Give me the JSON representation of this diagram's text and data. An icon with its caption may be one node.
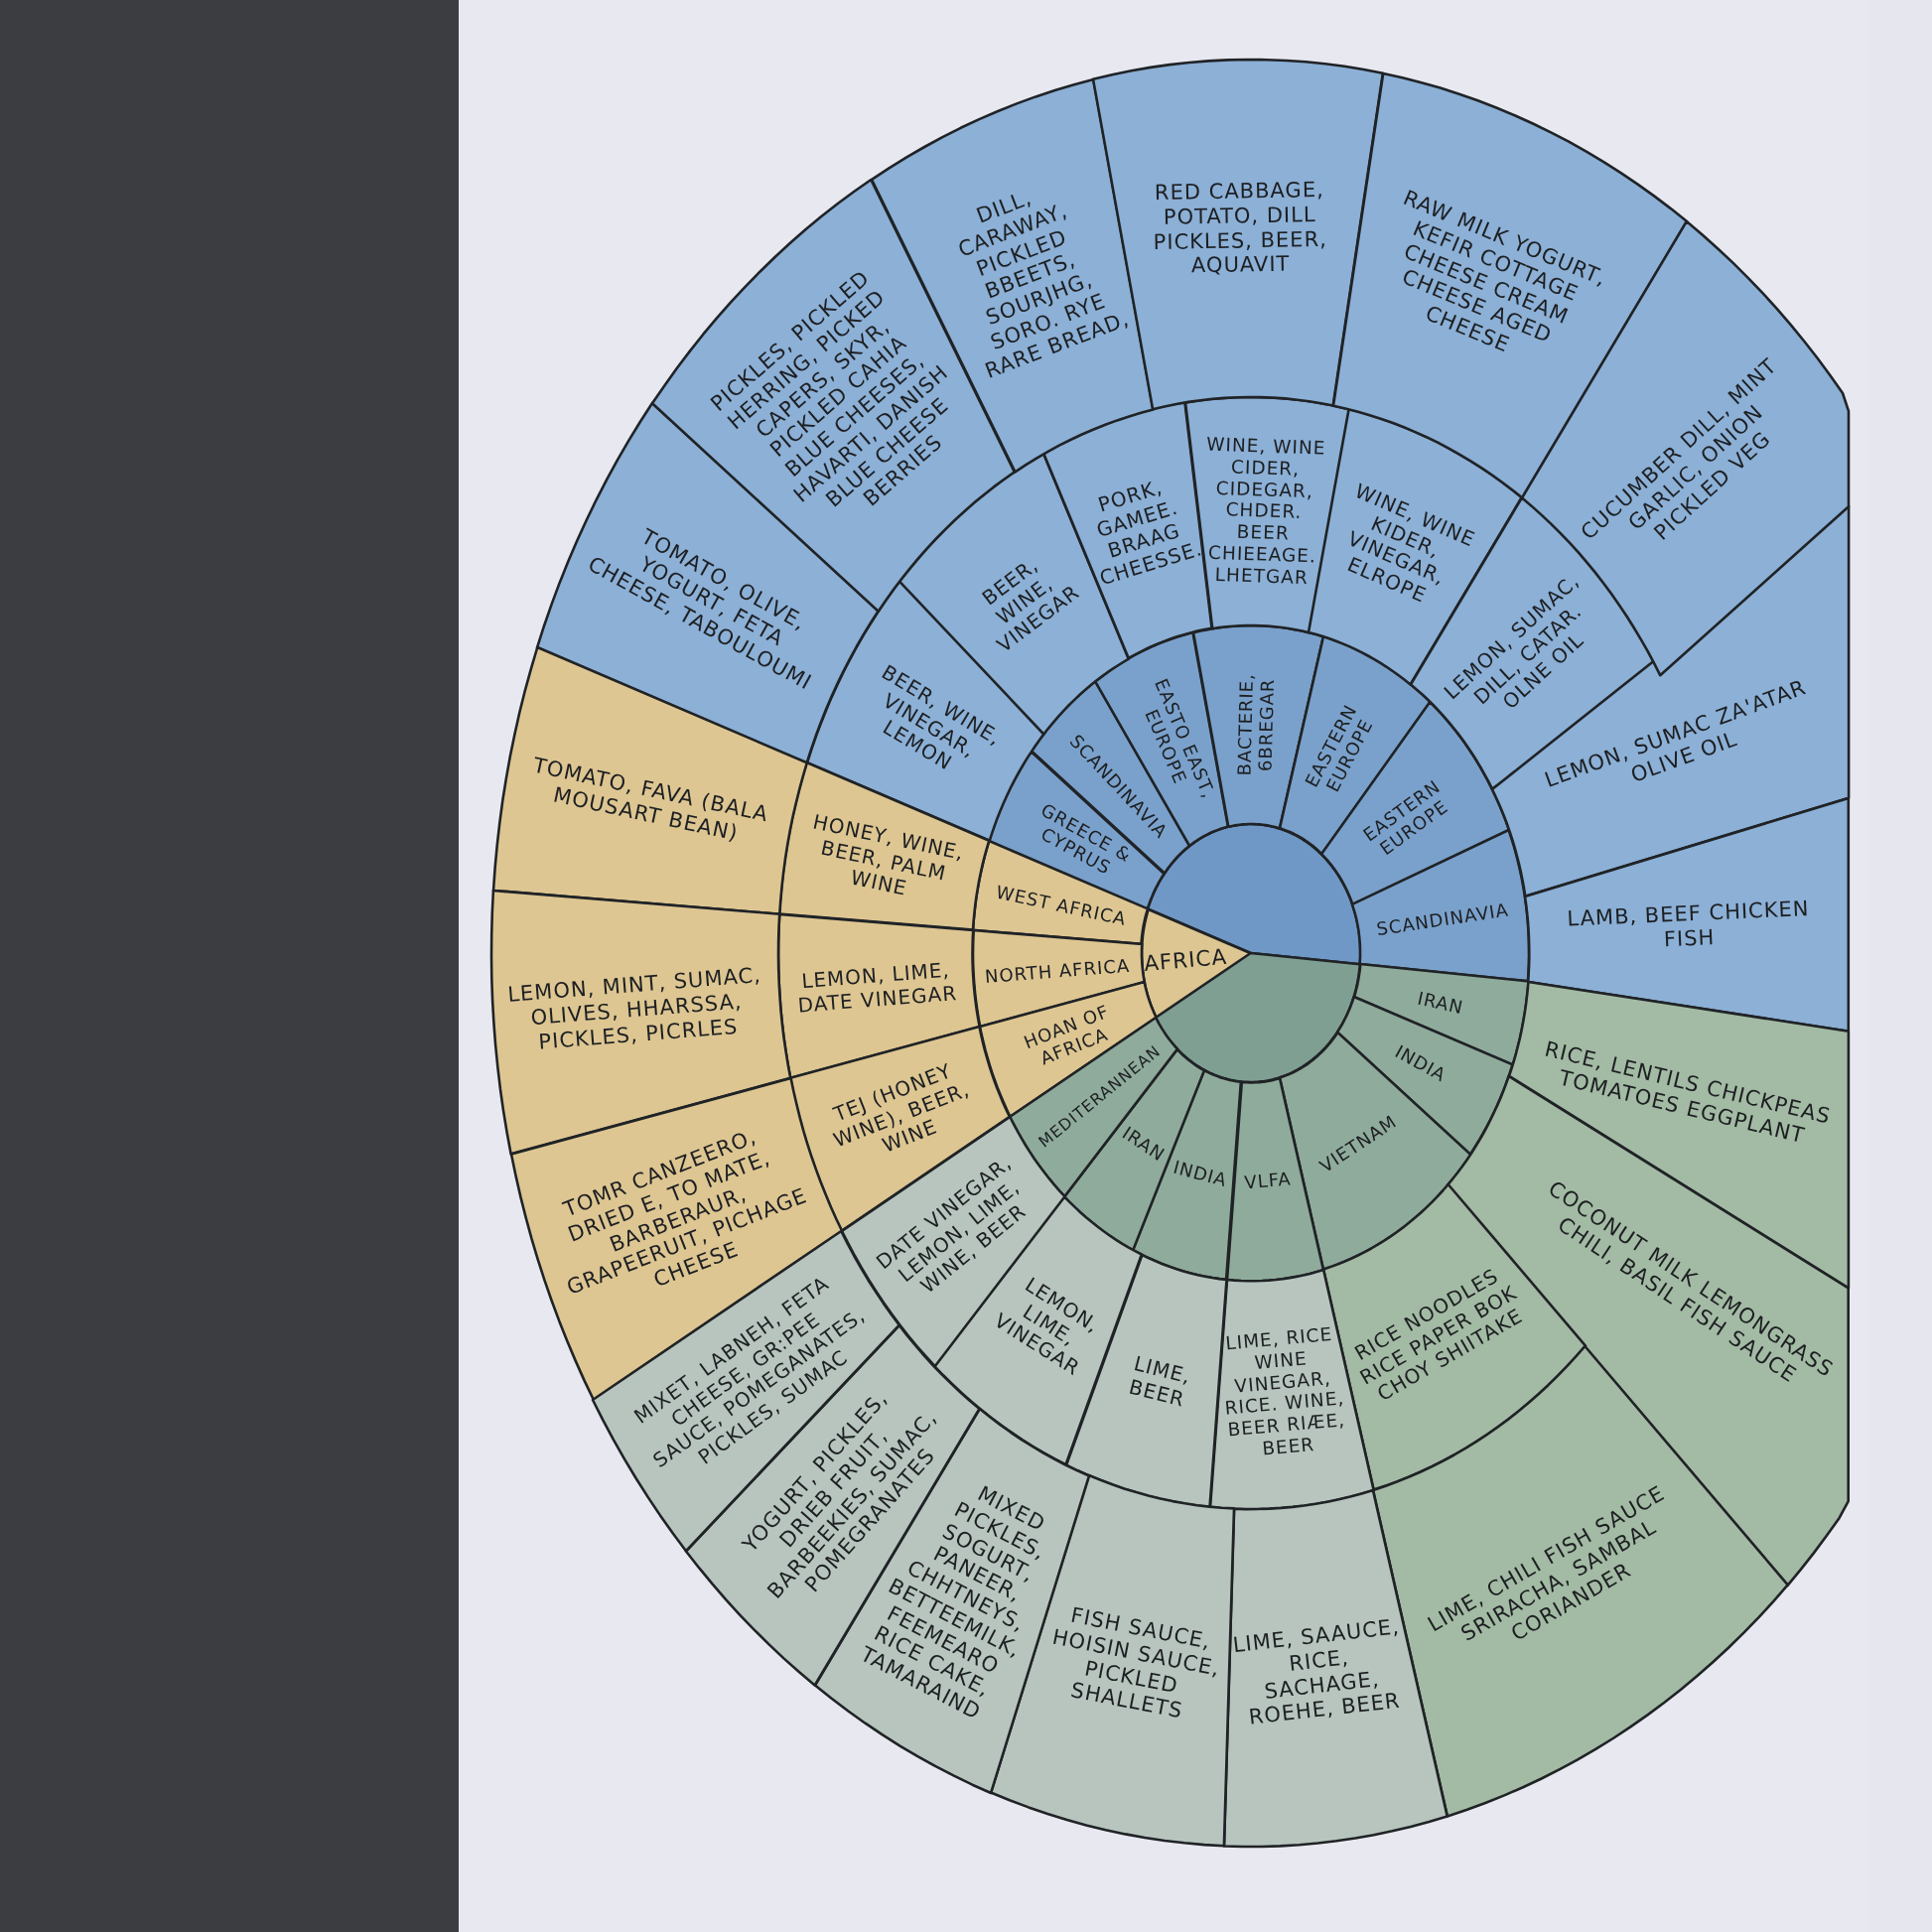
{
  "diagram": {
    "nodes": [
      {
        "text": [],
        "shape": "circle"
      },
      {
        "text": [
          "AFRICA"
        ]
      },
      {
        "text": [],
        "shape": "circle"
      },
      {
        "text": [
          "GREECE & CYPRUS"
        ]
      },
      {
        "text": [
          "SCANDINAVIA"
        ]
      },
      {
        "text": [
          "EASTO EAST, EUROPE"
        ]
      },
      {
        "text": [
          "BACTERIE, 6BREGAR"
        ]
      },
      {
        "text": [
          "EASTERN EUROPE"
        ]
      },
      {
        "text": [
          "EASTERN EUROPE"
        ]
      },
      {
        "text": [
          "SCANDINAVIA"
        ]
      },
      {
        "text": [
          "WEST AFRICA"
        ]
      },
      {
        "text": [
          "NORTH AFRICA"
        ]
      },
      {
        "text": [
          "HOAN OF AFRICA"
        ]
      },
      {
        "text": [
          "IRAN"
        ]
      },
      {
        "text": [
          "INDIA"
        ]
      },
      {
        "text": [
          "VIETNAM"
        ]
      },
      {
        "text": [
          "VLFA"
        ]
      },
      {
        "text": [
          "INDIA"
        ]
      },
      {
        "text": [
          "IRAN"
        ]
      },
      {
        "text": [
          "MEDITERANNEAN"
        ]
      },
      {
        "text": [
          "BEER, WINE, VINEGAR, LEMON"
        ]
      },
      {
        "text": [
          "BEER, WINE, VINEGAR"
        ]
      },
      {
        "text": [
          "PORK, GAMEE. BRAAG CHEESSE."
        ]
      },
      {
        "text": [
          "WINE, WINE CIDER, CIDEGAR, CHDER. BEER CHIEEAGE. LHETGAR"
        ]
      },
      {
        "text": [
          "WINE, WINE KIDER, VINEGAR, ELROPE"
        ]
      },
      {
        "text": [
          "LEMON, SUMAC, DILL, CATAR. OLNE OIL"
        ]
      },
      {
        "text": [
          "LEMON, SUMAC ZA'ATAR OLIVE OIL"
        ]
      },
      {
        "text": [
          "LAMB, BEEF CHICKEN FISH"
        ]
      },
      {
        "text": [
          "HONEY, WINE, BEER, PALM WINE"
        ]
      },
      {
        "text": [
          "LEMON, LIME, DATE VINEGAR"
        ]
      },
      {
        "text": [
          "TEJ (HONEY WINE), BEER, WINE"
        ]
      },
      {
        "text": [
          "RICE, LENTILS CHICKPEAS TOMATOES EGGPLANT"
        ]
      },
      {
        "text": [
          "COCONUT MILK LEMONGRASS CHILI, BASIL FISH SAUCE"
        ]
      },
      {
        "text": [
          "RICE NOODLES RICE PAPER BOK CHOY SHIITAKE"
        ]
      },
      {
        "text": [
          "LIME, RICE WINE VINEGAR, RICE. WINE, BEER RIÆE, BEER"
        ]
      },
      {
        "text": [
          "LIME, BEER"
        ]
      },
      {
        "text": [
          "LEMON, LIME, VINEGAR"
        ]
      },
      {
        "text": [
          "DATE VINEGAR, LEMON, LIME, WINE, BEER"
        ]
      },
      {
        "text": [
          "TOMATO, OLIVE, YOGURT, FETA CHEESE, TABOULOUMI"
        ]
      },
      {
        "text": [
          "PICKLES, PICKLED HERRING, PICKED CAPERS, SKYR, PICKLED CAHIA BLUE CHEESES, HAVARTI, DANISH BLUE CHEESE BERRIES"
        ]
      },
      {
        "text": [
          "DILL, CARAWAY, PICKLED BBEETS, SOURJHG, SORO. RYE RARE BREAD,"
        ]
      },
      {
        "text": [
          "RED CABBAGE, POTATO, DILL PICKLES, BEER, AQUAVIT"
        ]
      },
      {
        "text": [
          "RAW MILK YOGURT, KEFIR COTTAGE CHEESE CREAM CHEESE AGED CHEESE"
        ]
      },
      {
        "text": [
          "CUCUMBER DILL, MINT GARLIC, ONION PICKLED VEG"
        ]
      },
      {
        "text": [
          "TOMATO, FAVA (BALA MOUSART BEAN)"
        ]
      },
      {
        "text": [
          "LEMON, MINT, SUMAC, OLIVES, HHARSSA, PICKLES, PICRLES"
        ]
      },
      {
        "text": [
          "TOMR CANZEERO, DRIED E, TO MATE, BARBERAUR, GRAPEERUIT, PICHAGE CHEESE"
        ]
      },
      {
        "text": [
          "LIME, CHILI FISH SAUCE SRIRACHA, SAMBAL CORIANDER"
        ]
      },
      {
        "text": [
          "LIME, SAAUCE, RICE, SACHAGE, ROEHE, BEER"
        ]
      },
      {
        "text": [
          "FISH SAUCE, HOISIN SAUCE, PICKLED SHALLETS"
        ]
      },
      {
        "text": [
          "MIXED PICKLES, SOGURT, PANEER, CHHTNEYS, BETTEEMILK, FEEMEARO RICE CAKE, TAMARAIND"
        ]
      },
      {
        "text": [
          "YOGURT, PICKLES, DRIEB FRUIT, BARBEEKIES, SUMAC, POMEGRANATES"
        ]
      },
      {
        "text": [
          "MIXET, LABNEH, FETA CHEESE, GR:PEE SAUCE, POMEGANATES, PICKLES, SUMAC"
        ]
      }
    ]
  }
}
